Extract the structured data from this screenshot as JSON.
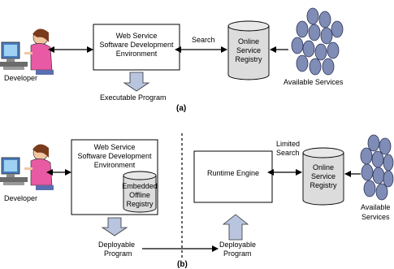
{
  "panel_a": {
    "developer_label": "Developer",
    "ide_box": {
      "line1": "Web Service",
      "line2": "Software Development",
      "line3": "Environment"
    },
    "search_label": "Search",
    "registry": {
      "line1": "Online",
      "line2": "Service",
      "line3": "Registry"
    },
    "available_services": "Available Services",
    "output_label": "Executable Program",
    "caption": "(a)"
  },
  "panel_b": {
    "developer_label": "Developer",
    "ide_box": {
      "line1": "Web Service",
      "line2": "Software Development",
      "line3": "Environment"
    },
    "offline_registry": {
      "line1": "Embedded",
      "line2": "Offline",
      "line3": "Registry"
    },
    "deployable_left": {
      "line1": "Deployable",
      "line2": "Program"
    },
    "deployable_right": {
      "line1": "Deployable",
      "line2": "Program"
    },
    "runtime_engine": "Runtime Engine",
    "limited_search": {
      "line1": "Limited",
      "line2": "Search"
    },
    "registry": {
      "line1": "Online",
      "line2": "Service",
      "line3": "Registry"
    },
    "available_services": {
      "line1": "Available",
      "line2": "Services"
    },
    "caption": "(b)"
  },
  "colors": {
    "cylinder_fill": "#dcdcdc",
    "service_fill": "#7f8db6",
    "arrow_fill": "#b9c5df",
    "shirt": "#e85aa3",
    "monitor": "#2c5a8f"
  }
}
